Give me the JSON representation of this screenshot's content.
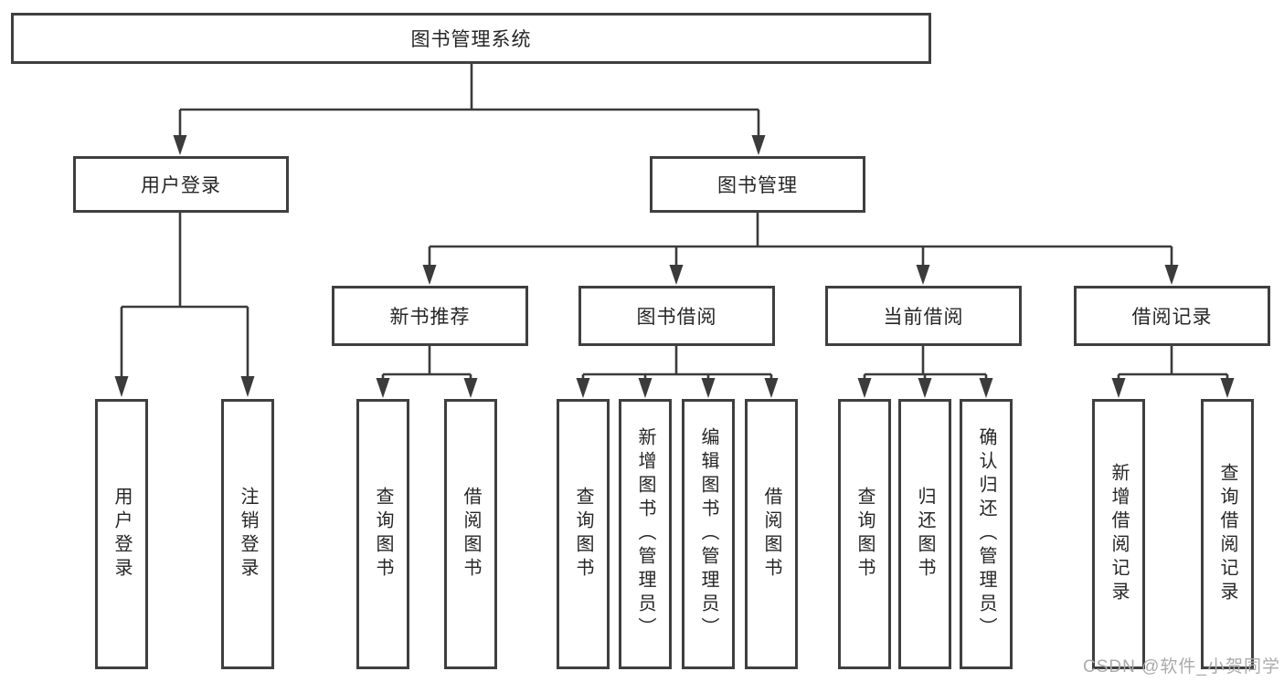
{
  "nodes": {
    "root": "图书管理系统",
    "branches": [
      {
        "label": "用户登录",
        "leaves": [
          "用户登录",
          "注销登录"
        ]
      },
      {
        "label": "图书管理",
        "groups": [
          {
            "label": "新书推荐",
            "leaves": [
              "查询图书",
              "借阅图书"
            ]
          },
          {
            "label": "图书借阅",
            "leaves": [
              "查询图书",
              "新增图书（管理员）",
              "编辑图书（管理员）",
              "借阅图书"
            ]
          },
          {
            "label": "当前借阅",
            "leaves": [
              "查询图书",
              "归还图书",
              "确认归还（管理员）"
            ]
          },
          {
            "label": "借阅记录",
            "leaves": [
              "新增借阅记录",
              "查询借阅记录"
            ]
          }
        ]
      }
    ]
  },
  "watermark": "CSDN @软件_小贺同学",
  "colors": {
    "line": "#3b3b3b",
    "border": "#3f3f3f",
    "text": "#262626",
    "watermark": "#ababab",
    "background": "#ffffff"
  }
}
